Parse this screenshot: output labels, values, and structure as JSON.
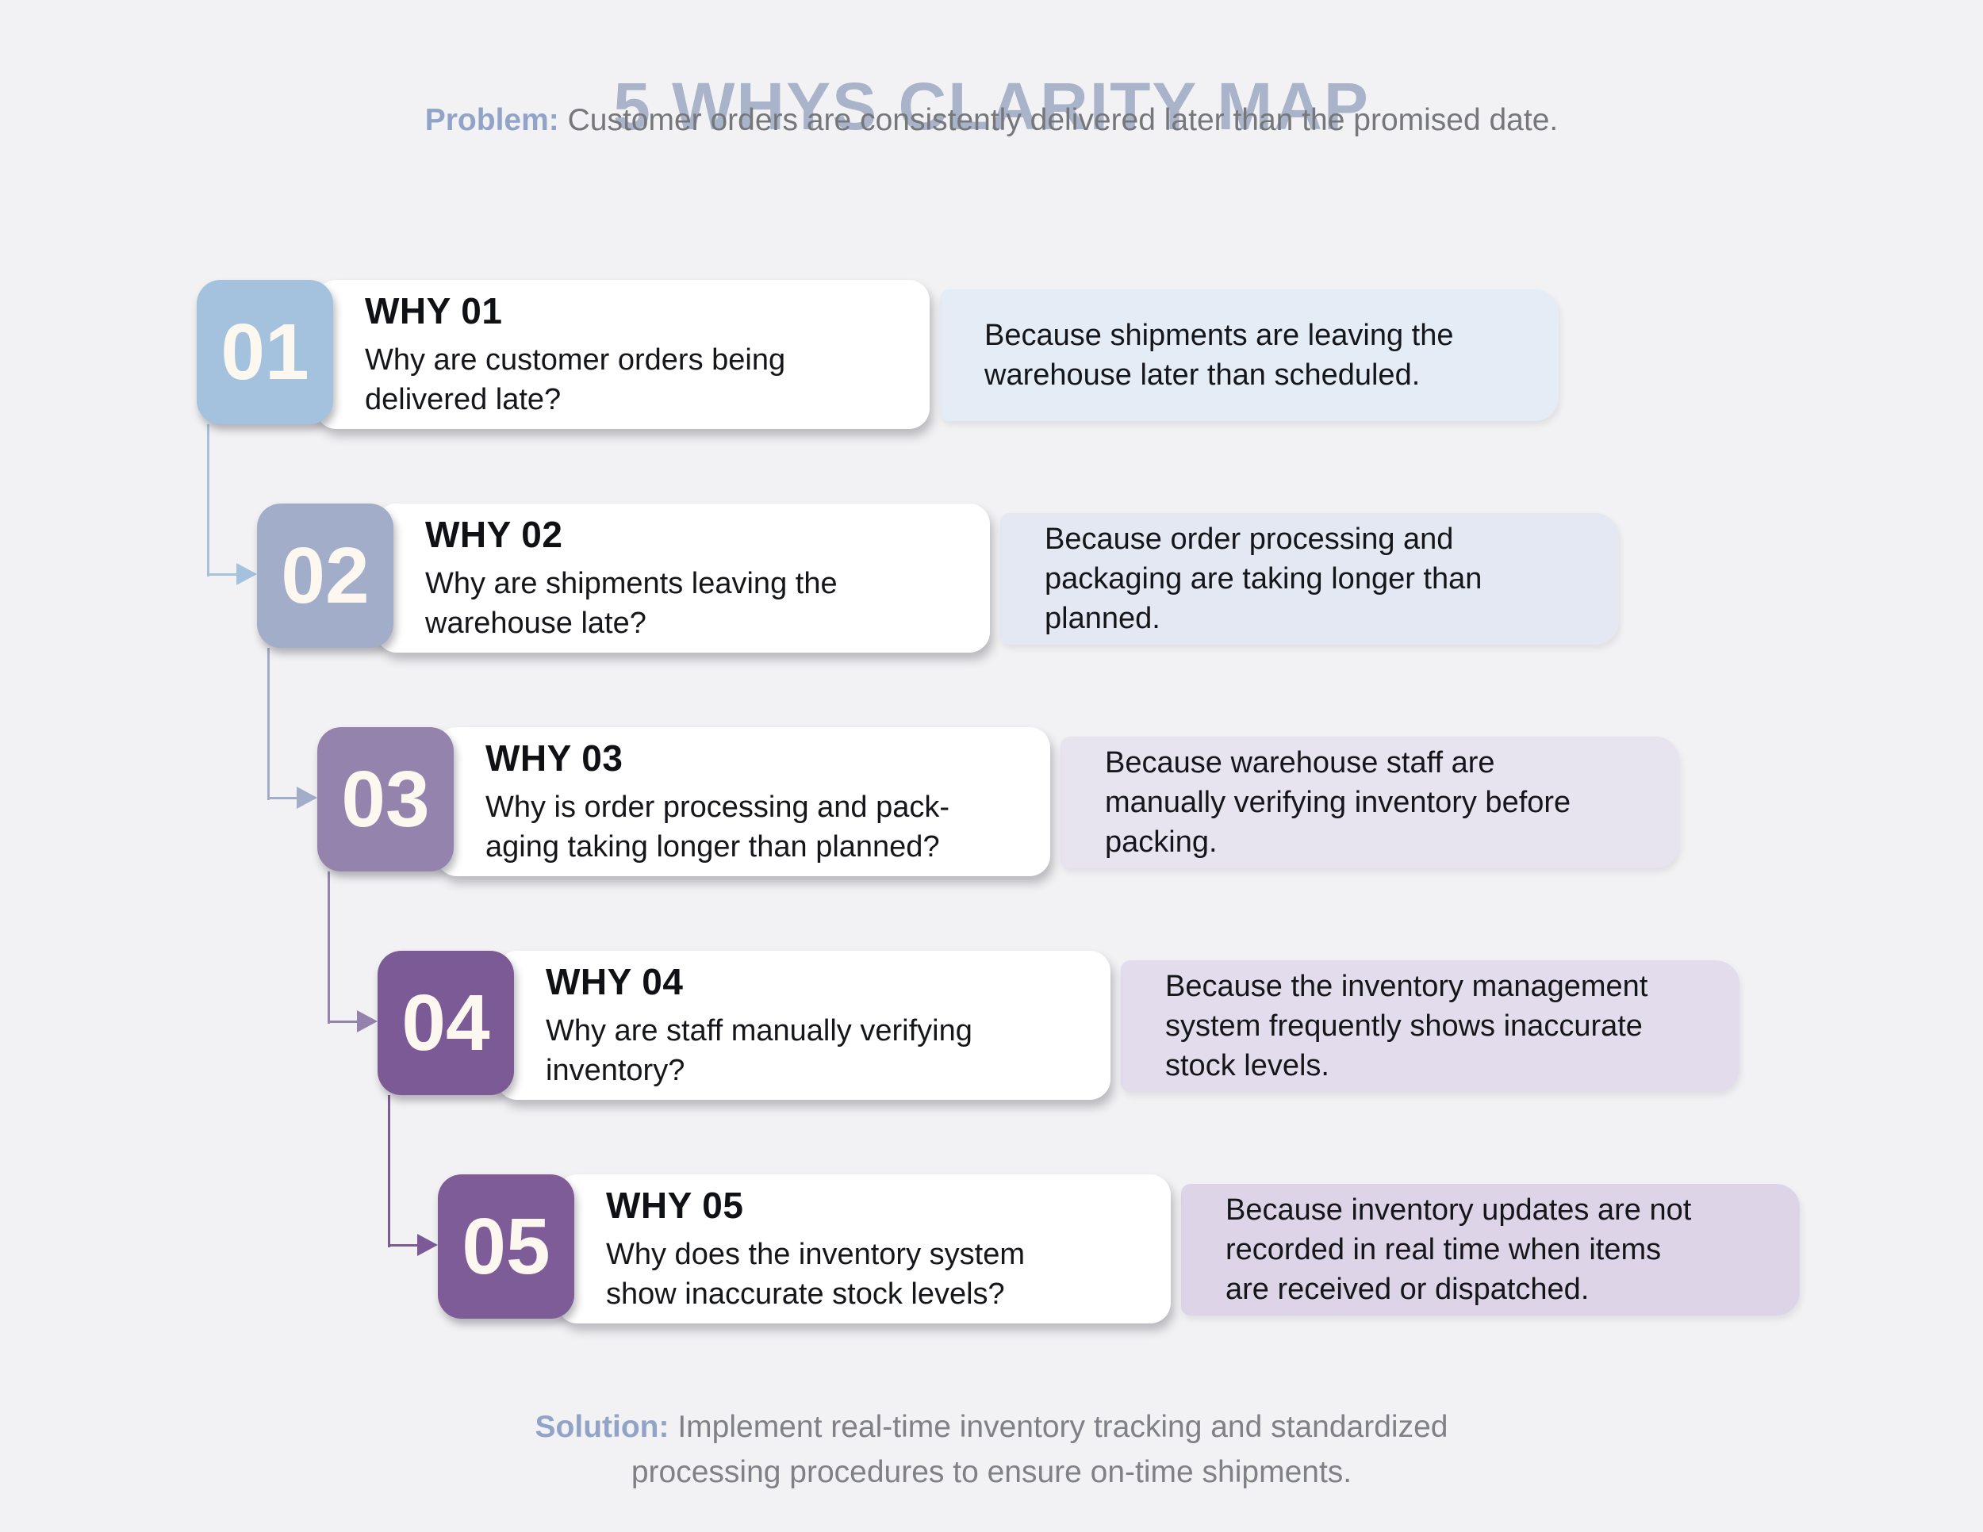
{
  "title": "5 WHYS CLARITY MAP",
  "problem": {
    "label": "Problem:",
    "text": "Customer orders are consistently delivered later than the promised date."
  },
  "solution": {
    "label": "Solution:",
    "text": "Implement real-time inventory tracking and standardized\nprocessing procedures to ensure on-time shipments."
  },
  "colors": {
    "background": "#f2f2f4",
    "title": "#a9b3c9",
    "accent_label": "#91a4c7",
    "muted_text": "#808186",
    "card_bg": "#ffffff",
    "number_text": "#fcf8f0",
    "body_text": "#15161a"
  },
  "rows": [
    {
      "number": "01",
      "heading": "WHY 01",
      "question": "Why are customer orders being\ndelivered late?",
      "answer": "Because shipments are leaving the\nwarehouse later than scheduled.",
      "badge_color": "#a4c2de",
      "answer_bg": "#e4ecf6"
    },
    {
      "number": "02",
      "heading": "WHY 02",
      "question": "Why are shipments leaving the\nwarehouse late?",
      "answer": "Because order processing and\npackaging are taking longer than\nplanned.",
      "badge_color": "#a2adca",
      "answer_bg": "#e4e8f2"
    },
    {
      "number": "03",
      "heading": "WHY 03",
      "question": "Why is order processing and pack-\naging taking longer than planned?",
      "answer": "Because warehouse staff are\nmanually verifying inventory before\npacking.",
      "badge_color": "#9484ad",
      "answer_bg": "#e7e3ef"
    },
    {
      "number": "04",
      "heading": "WHY 04",
      "question": "Why are staff manually verifying\ninventory?",
      "answer": "Because the inventory management\nsystem frequently shows inaccurate\nstock levels.",
      "badge_color": "#7b5a96",
      "answer_bg": "#e3dcec"
    },
    {
      "number": "05",
      "heading": "WHY 05",
      "question": "Why does the inventory system\nshow inaccurate stock levels?",
      "answer": "Because inventory updates are not\nrecorded in real time when items\nare received or dispatched.",
      "badge_color": "#7d5c98",
      "answer_bg": "#ded4e8"
    }
  ]
}
